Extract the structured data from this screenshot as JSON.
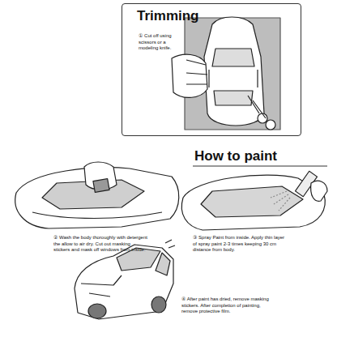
{
  "diagram": {
    "nodes": [
      {
        "text": [
          "Trimming",
          "① Cut off using scissors or a modeling knife."
        ]
      }
    ],
    "labels": [
      "How to paint",
      "② Wash the body thoroughly with detergent the allow to air dry. Cut out masking stickers and mask off windows from inside.",
      "③ Spray Paint from inside. Apply thin layer of spray paint 2-3 times keeping 30 cm distance from body.",
      "④ After paint has dried, remove masking stickers. After completion of painting, remove protective film."
    ]
  }
}
